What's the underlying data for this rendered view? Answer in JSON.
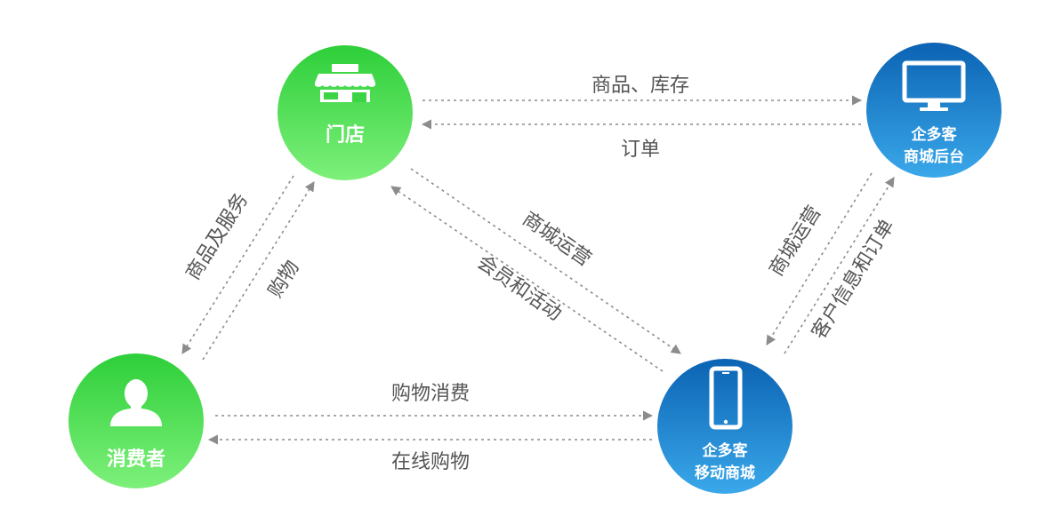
{
  "nodes": {
    "store": {
      "label": "门店"
    },
    "consumer": {
      "label": "消费者"
    },
    "backend": {
      "label_line1": "企多客",
      "label_line2": "商城后台"
    },
    "mobile": {
      "label_line1": "企多客",
      "label_line2": "移动商城"
    }
  },
  "edges": {
    "store_to_backend": "商品、库存",
    "backend_to_store": "订单",
    "store_to_consumer": "商品及服务",
    "consumer_to_store": "购物",
    "store_to_mobile": "商城运营",
    "mobile_to_store": "会员和活动",
    "backend_to_mobile": "商城运营",
    "mobile_to_backend": "客户信息和订单",
    "consumer_to_mobile": "购物消费",
    "mobile_to_consumer": "在线购物"
  },
  "colors": {
    "green_top": "#2ecf3a",
    "green_bottom": "#7df07a",
    "blue_top": "#0b63b3",
    "blue_bottom": "#3aa8ea",
    "arrow": "#8c8c8c",
    "label": "#555555"
  }
}
